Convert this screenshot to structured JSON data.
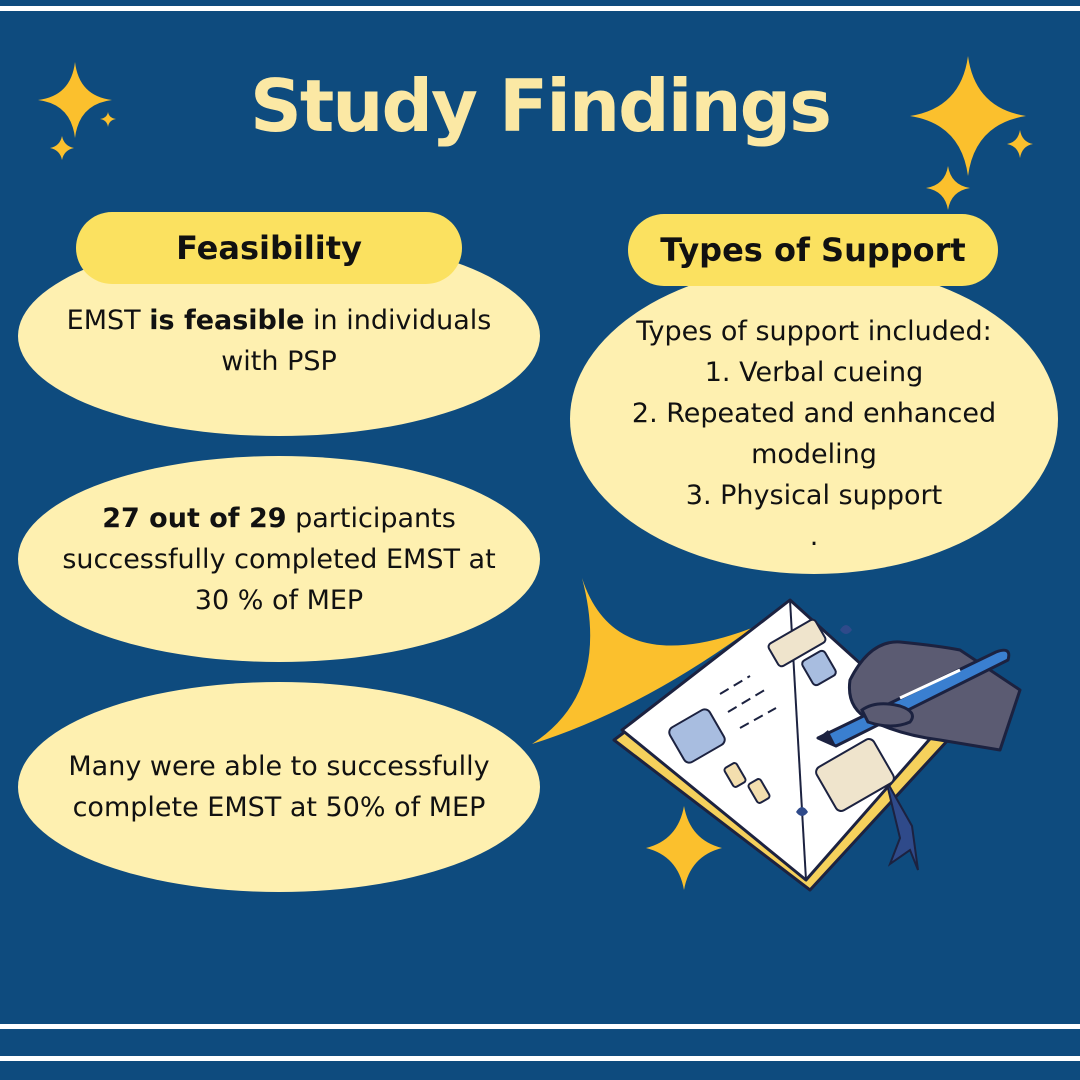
{
  "title": "Study Findings",
  "feasibility": {
    "heading": "Feasibility",
    "card1": {
      "pre": "EMST ",
      "bold": "is feasible",
      "post": " in individuals with PSP"
    },
    "card2": {
      "bold": "27 out of 29",
      "post": " participants successfully completed EMST at 30 % of MEP"
    },
    "card3": {
      "text": "Many were able to successfully complete EMST at 50% of MEP"
    }
  },
  "support": {
    "heading": "Types of Support",
    "intro": "Types of support included:",
    "items": [
      "1. Verbal cueing",
      "2. Repeated and enhanced",
      "modeling",
      "3. Physical support",
      "."
    ]
  },
  "illustration": {
    "name": "notebook-writing-hand"
  },
  "colors": {
    "background": "#0e4b7e",
    "title": "#fbe8a4",
    "card": "#fef0b0",
    "pill": "#fbe160",
    "star": "#fbc02d"
  }
}
